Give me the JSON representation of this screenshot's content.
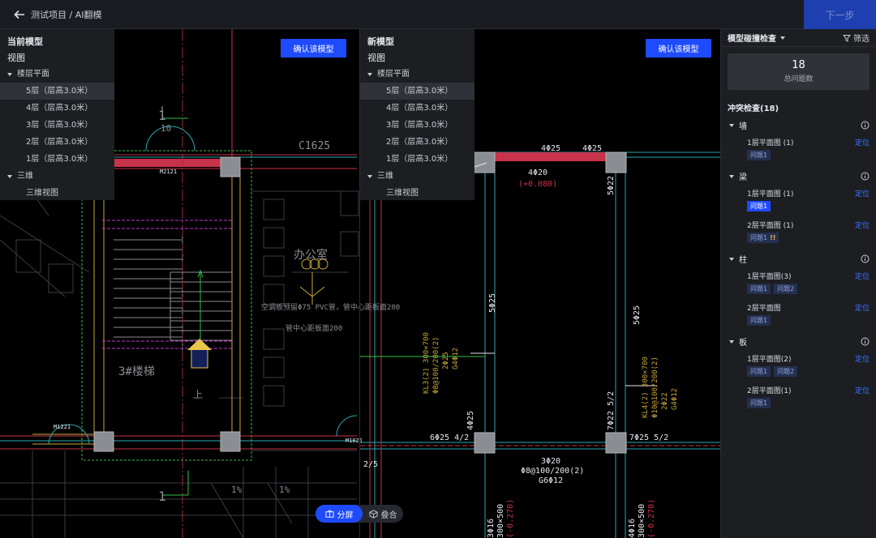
{
  "header": {
    "breadcrumb": "测试项目 / AI翻模",
    "next_label": "下一步"
  },
  "current_model": {
    "title": "当前模型",
    "view_label": "视图",
    "floor_group": "楼层平面",
    "floors": [
      "5层（层高3.0米）",
      "4层（层高3.0米）",
      "3层（层高3.0米）",
      "2层（层高3.0米）",
      "1层（层高3.0米）"
    ],
    "three_d_group": "三维",
    "three_d_view": "三维视图",
    "confirm_label": "确认该模型"
  },
  "new_model": {
    "title": "新模型",
    "view_label": "视图",
    "floor_group": "楼层平面",
    "floors": [
      "5层（层高3.0米）",
      "4层（层高3.0米）",
      "3层（层高3.0米）",
      "2层（层高3.0米）",
      "1层（层高3.0米）"
    ],
    "three_d_group": "三维",
    "three_d_view": "三维视图",
    "confirm_label": "确认该模型"
  },
  "mode_toggle": {
    "split_label": "分屏",
    "overlay_label": "叠合"
  },
  "cad_left": {
    "door_label": "M2121",
    "door_label2": "M1221",
    "door_label3": "M1021",
    "room": "办公室",
    "stair": "3#楼梯",
    "up": "上",
    "one_a": "1",
    "one_b": "1",
    "ten": "10",
    "pct1": "1%",
    "pct2": "1%",
    "c": "C1625",
    "note1": "空调板预留Φ75 PVC管，管中心距板面200",
    "note2": "管中心距板面200"
  },
  "cad_right": {
    "top1": "4Φ25",
    "top2": "4Φ25",
    "mid": "4Φ20",
    "elev": "(+0.080)",
    "col1": "5Φ22",
    "col2": "5Φ25",
    "col3": "5Φ25",
    "kl3": "KL3(2) 300×700",
    "kl3b": "Φ8@100/200(2)",
    "kl3c": "2Φ25",
    "kl3d": "G4Φ12",
    "kl4": "KL4(2) 300×700",
    "kl4b": "Φ10@100/200(2)",
    "kl4c": "2Φ22",
    "kl4d": "G4Φ12",
    "b1": "6Φ25 4/2",
    "b2": "7Φ22 5/2",
    "b3": "7Φ25 5/2",
    "b4": "4Φ25",
    "bot1": "3Φ20",
    "bot2": "Φ8@100/200(2)",
    "bot3": "G6Φ12",
    "v1": "3Φ16",
    "v2": "300×500",
    "v3": "(-0.270)",
    "v4": "4Φ16",
    "v5": "300×500",
    "v6": "(-0.270)",
    "side": "2/5"
  },
  "right_panel": {
    "title": "模型碰撞检查",
    "filter_label": "筛选",
    "total": "18",
    "total_label": "总问题数",
    "conflict_title": "冲突检查(18)",
    "locate_label": "定位",
    "categories": [
      {
        "name": "墙",
        "drawings": [
          {
            "name": "1层平面图 (1)",
            "issues": [
              "问题1"
            ]
          }
        ]
      },
      {
        "name": "梁",
        "drawings": [
          {
            "name": "1层平面图 (1)",
            "issues": [
              "问题1"
            ]
          },
          {
            "name": "2层平面图 (1)",
            "issues": [
              "问题1"
            ],
            "warn": "!!"
          }
        ]
      },
      {
        "name": "柱",
        "drawings": [
          {
            "name": "1层平面图(3)",
            "issues": [
              "问题1",
              "问题2"
            ]
          },
          {
            "name": "2层平面图",
            "issues": [
              "问题1"
            ]
          }
        ]
      },
      {
        "name": "板",
        "drawings": [
          {
            "name": "1层平面图(2)",
            "issues": [
              "问题1",
              "问题2"
            ]
          },
          {
            "name": "2层平面图(1)",
            "issues": [
              "问题1"
            ]
          }
        ]
      }
    ]
  },
  "colors": {
    "accent": "#1f4bff",
    "panel": "#1c1e22",
    "locate": "#3f73ff"
  }
}
